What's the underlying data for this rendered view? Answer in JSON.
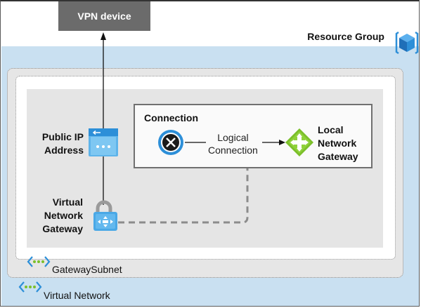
{
  "vpn_device": {
    "label": "VPN device"
  },
  "resource_group": {
    "label": "Resource Group",
    "icon": "resource-group-cube-icon"
  },
  "public_ip": {
    "line1": "Public IP",
    "line2": "Address",
    "icon": "public-ip-icon"
  },
  "vnet_gateway": {
    "line1": "Virtual",
    "line2": "Network",
    "line3": "Gateway",
    "icon": "virtual-network-gateway-icon"
  },
  "connection": {
    "title": "Connection",
    "icon": "connection-icon"
  },
  "logical_connection": {
    "line1": "Logical",
    "line2": "Connection"
  },
  "local_gateway": {
    "line1": "Local",
    "line2": "Network",
    "line3": "Gateway",
    "icon": "local-network-gateway-icon"
  },
  "gateway_subnet": {
    "label": "GatewaySubnet",
    "icon": "subnet-icon"
  },
  "virtual_network": {
    "label": "Virtual Network",
    "icon": "virtual-network-icon"
  },
  "colors": {
    "vnet_bg": "#c9e0f1",
    "vpn_device_bg": "#6b6b6b",
    "azure_blue": "#2d8fd8",
    "gateway_green": "#7bbf2a"
  }
}
